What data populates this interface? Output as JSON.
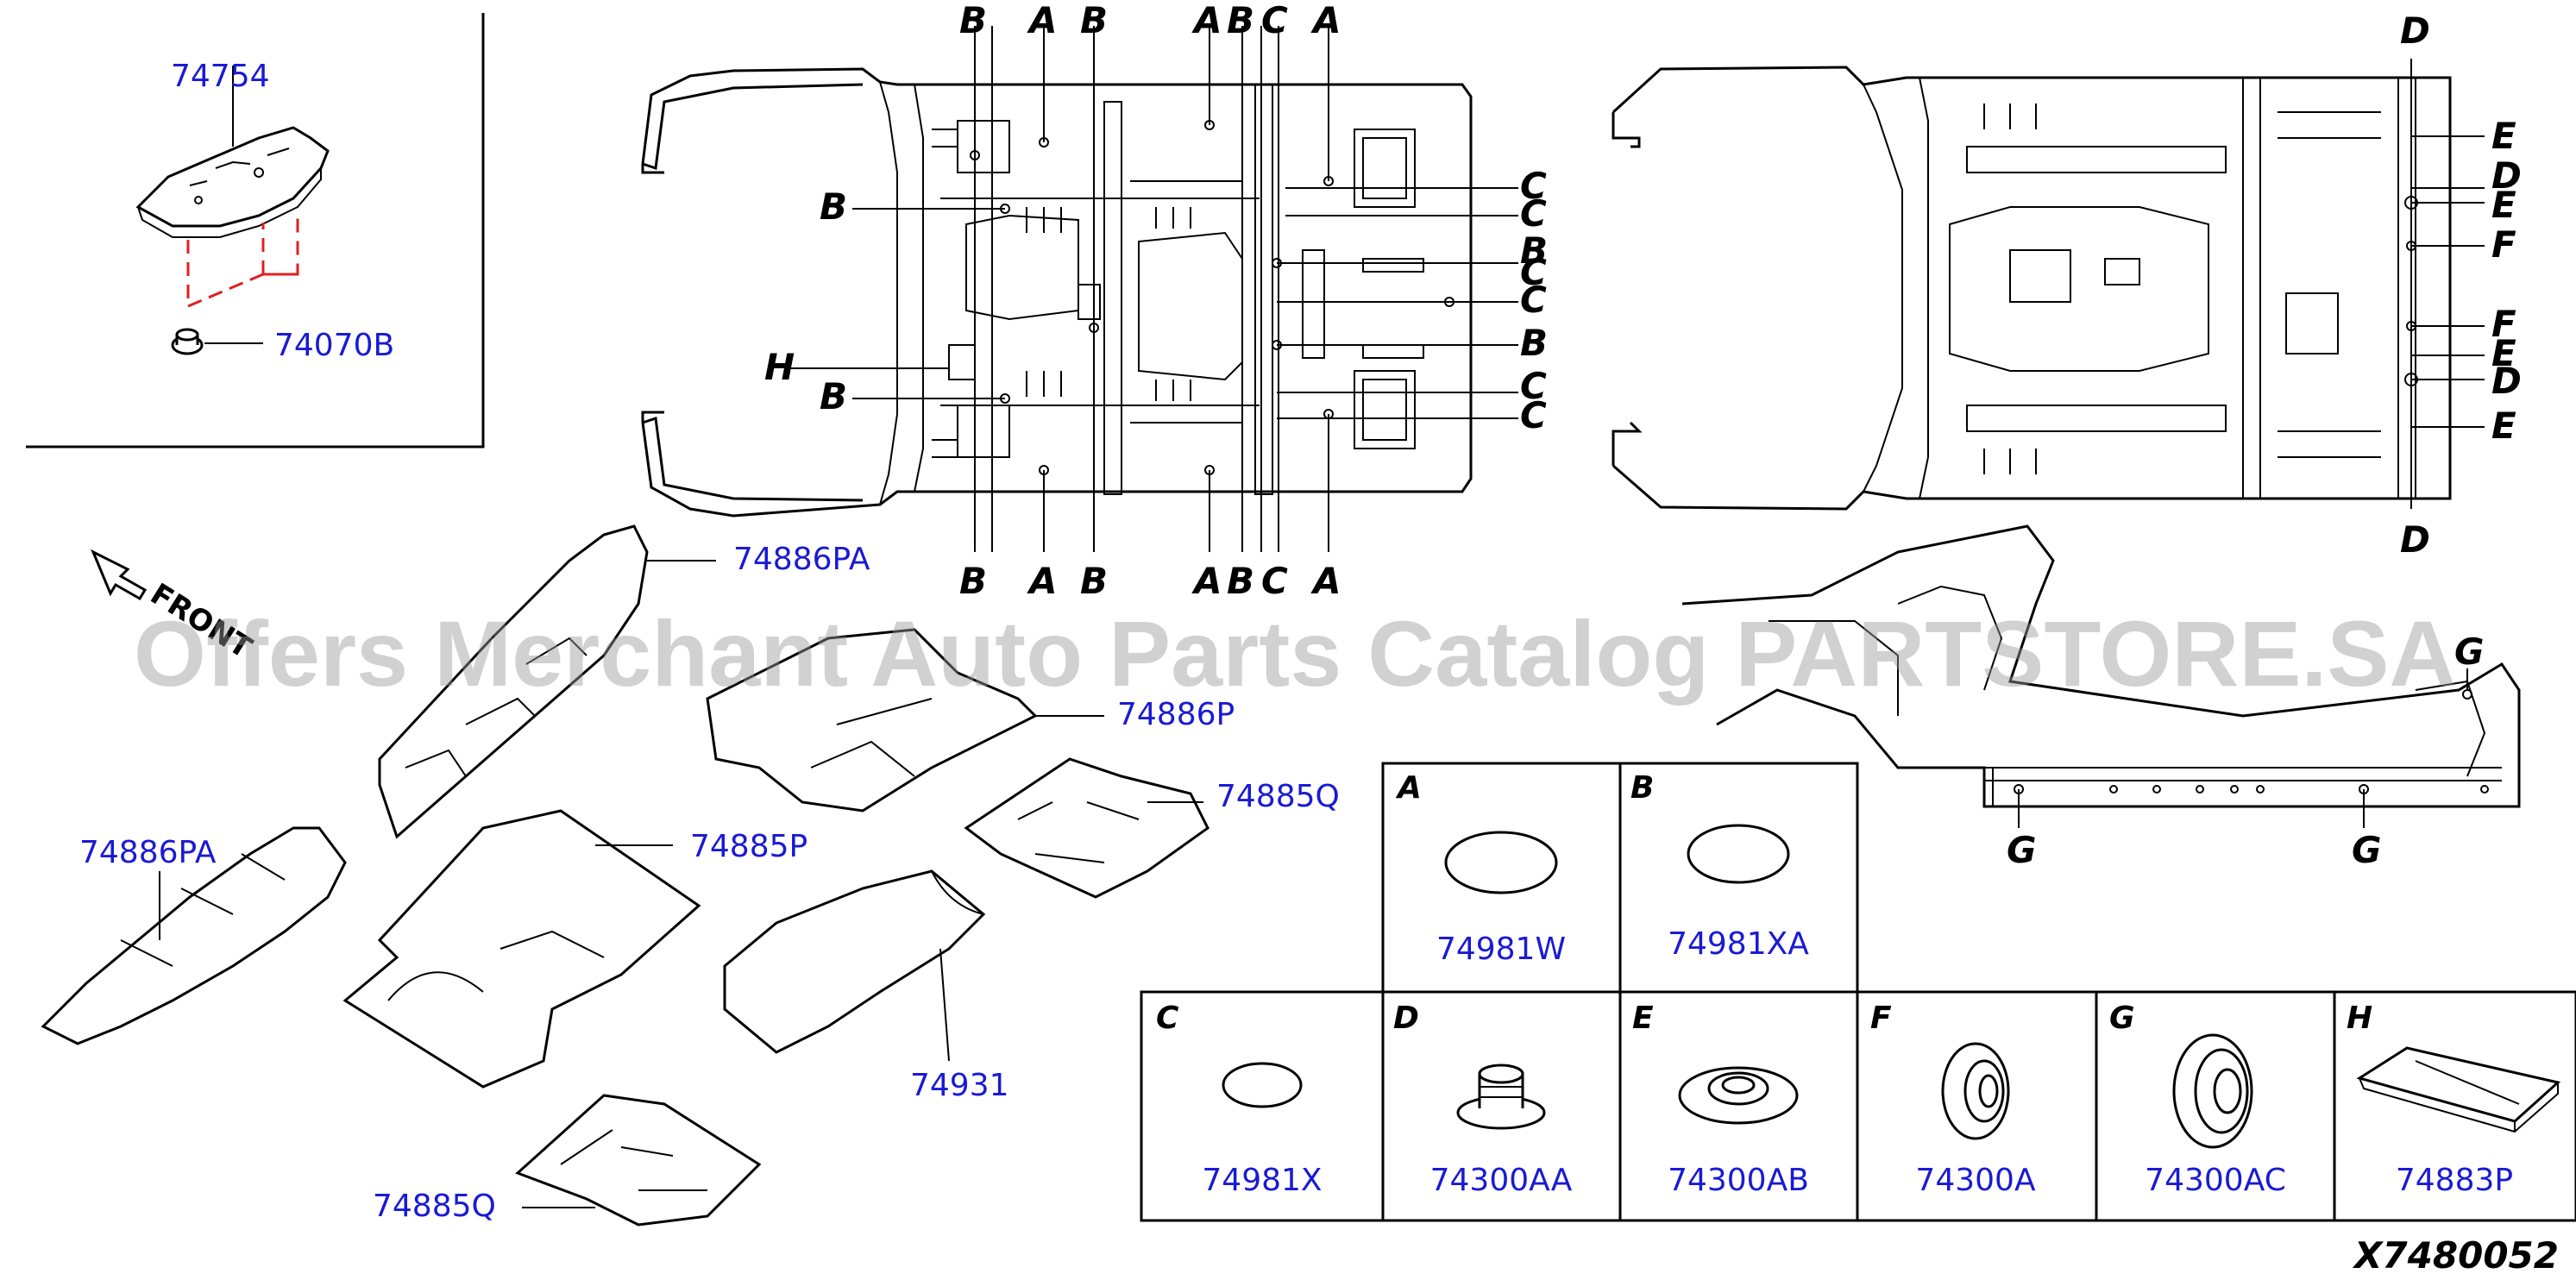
{
  "diagram_code": "X7480052",
  "watermark": "Offers Merchant Auto Parts Catalog PARTSTORE.SA",
  "front_label": "FRONT",
  "callouts": {
    "p74754": "74754",
    "p74070B": "74070B",
    "p74886PA_top": "74886PA",
    "p74886P": "74886P",
    "p74885Q_right": "74885Q",
    "p74886PA_left": "74886PA",
    "p74885P": "74885P",
    "p74931": "74931",
    "p74885Q_bottom": "74885Q"
  },
  "plan_top_labels": [
    "B",
    "A",
    "B",
    "A",
    "B",
    "C",
    "A"
  ],
  "plan_bottom_labels": [
    "B",
    "A",
    "B",
    "A",
    "B",
    "C",
    "A"
  ],
  "plan_left_labels": [
    "B",
    "H",
    "B"
  ],
  "plan_right_labels": [
    "C",
    "C",
    "B",
    "C",
    "C",
    "B",
    "C",
    "C"
  ],
  "underbody_right_labels": [
    "E",
    "D",
    "E",
    "F",
    "F",
    "E",
    "D",
    "E"
  ],
  "underbody_top_label": "D",
  "underbody_bottom_label": "D",
  "side_view_labels": [
    "G",
    "G",
    "G"
  ],
  "legend": [
    {
      "letter": "A",
      "part": "74981W"
    },
    {
      "letter": "B",
      "part": "74981XA"
    },
    {
      "letter": "C",
      "part": "74981X"
    },
    {
      "letter": "D",
      "part": "74300AA"
    },
    {
      "letter": "E",
      "part": "74300AB"
    },
    {
      "letter": "F",
      "part": "74300A"
    },
    {
      "letter": "G",
      "part": "74300AC"
    },
    {
      "letter": "H",
      "part": "74883P"
    }
  ]
}
